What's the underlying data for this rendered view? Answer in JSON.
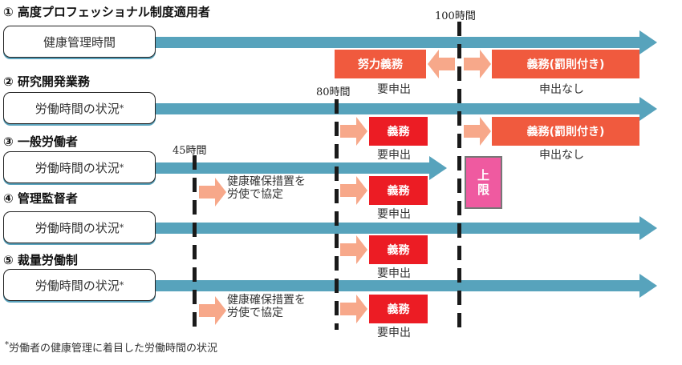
{
  "sections": [
    {
      "title": "① 高度プロフェッショナル制度適用者",
      "pill": "健康管理時間",
      "asterisk": ""
    },
    {
      "title": "② 研究開発業務",
      "pill": "労働時間の状況",
      "asterisk": "*"
    },
    {
      "title": "③ 一般労働者",
      "pill": "労働時間の状況",
      "asterisk": "*"
    },
    {
      "title": "④ 管理監督者",
      "pill": "労働時間の状況",
      "asterisk": "*"
    },
    {
      "title": "⑤ 裁量労働制",
      "pill": "労働時間の状況",
      "asterisk": "*"
    }
  ],
  "thresholds": {
    "h45": "45時間",
    "h80": "80時間",
    "h100": "100時間"
  },
  "boxes": {
    "effort_duty": "努力義務",
    "duty_penalty": "義務(罰則付き)",
    "duty": "義務",
    "limit_line1": "上",
    "limit_line2": "限"
  },
  "notes": {
    "request_required": "要申出",
    "no_request": "申出なし",
    "agreement_line1": "健康確保措置を",
    "agreement_line2": "労使で協定"
  },
  "footnote": {
    "mark": "*",
    "text": "労働者の健康管理に着目した労働時間の状況"
  },
  "colors": {
    "bar": "#57a3bc",
    "orange": "#f05a3e",
    "red": "#ec1c24",
    "pink_arrow": "#f7a88a",
    "limit": "#ef5aa0"
  }
}
